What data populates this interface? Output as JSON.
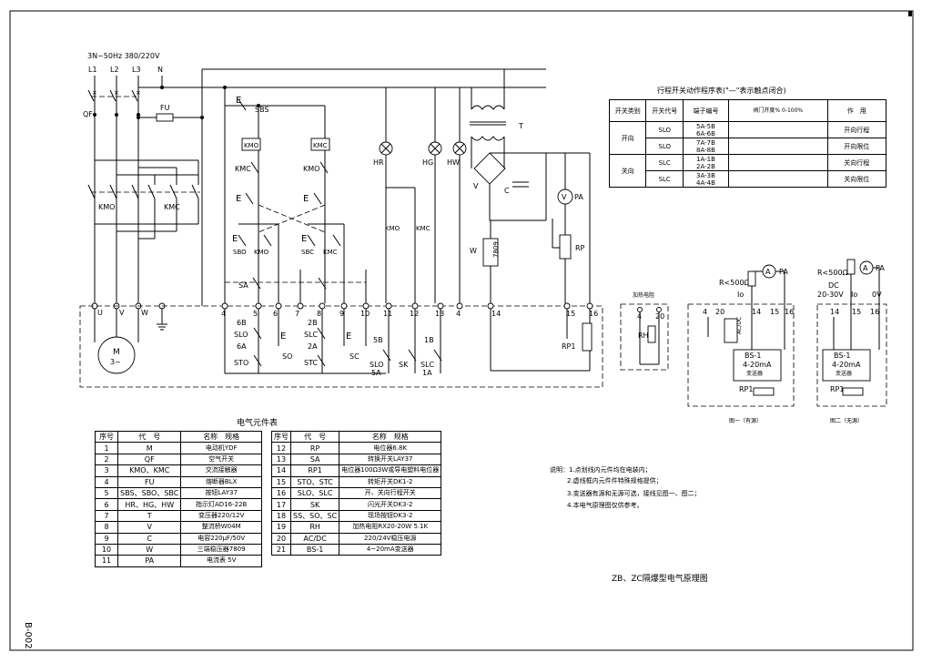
{
  "power": {
    "supply": "3N~50Hz  380/220V",
    "phases": [
      "L1",
      "L2",
      "L3",
      "N"
    ]
  },
  "labels": {
    "qf": "QF",
    "fu": "FU",
    "sbs": "SBS",
    "kmo": "KMO",
    "kmc": "KMC",
    "sbo": "SBO",
    "sbc": "SBC",
    "sa": "SA",
    "hr": "HR",
    "hg": "HG",
    "hw": "HW",
    "t": "T",
    "v": "V",
    "c": "C",
    "w": "W",
    "w_val": "7809",
    "pa": "PA",
    "rp": "RP",
    "rp1": "RP1",
    "motor": "M",
    "motor_sub": "3~",
    "u": "U",
    "v_term": "V",
    "w_term": "W",
    "slo": "SLO",
    "slc": "SLC",
    "sto": "STO",
    "stc": "STC",
    "so": "SO",
    "sc": "SC",
    "sk": "SK",
    "6b": "6B",
    "6a": "6A",
    "2b": "2B",
    "2a": "2A",
    "5b": "5B",
    "5a": "5A",
    "1b": "1B",
    "1a": "1A",
    "terminals": [
      "4",
      "5",
      "6",
      "7",
      "8",
      "9",
      "10",
      "11",
      "12",
      "13",
      "4",
      "14",
      "15",
      "16"
    ]
  },
  "heater": {
    "title": "加热电阻",
    "t4": "4",
    "t20": "20",
    "rh": "RH"
  },
  "fig1": {
    "r": "R<500Ω",
    "pa": "PA",
    "io": "Io",
    "t4": "4",
    "t20": "20",
    "t14": "14",
    "t15": "15",
    "t16": "16",
    "acdc": "AC/DC",
    "bs": "BS-1",
    "range": "4-20mA",
    "name": "变送器",
    "rp1": "RP1",
    "caption": "图一（有源）"
  },
  "fig2": {
    "r": "R<500Ω",
    "pa": "PA",
    "dc": "DC",
    "volt": "20-30V",
    "io": "Io",
    "ov": "0V",
    "t14": "14",
    "t15": "15",
    "t16": "16",
    "bs": "BS-1",
    "range": "4-20mA",
    "name": "变送器",
    "rp1": "RP1",
    "caption": "图二（无源）"
  },
  "switch_table": {
    "title": "行程开关动作程序表(\"—\"表示触点闭合)",
    "headers": [
      "开关类别",
      "开关代号",
      "端子编号",
      "阀门开度% 0-100%",
      "作　用"
    ],
    "groups": [
      {
        "cat": "开向",
        "rows": [
          {
            "code": "SLO",
            "terms": [
              "5A-5B",
              "6A-6B"
            ],
            "use": "开向行程"
          },
          {
            "code": "SLO",
            "terms": [
              "7A-7B",
              "8A-8B"
            ],
            "use": "开向限位"
          }
        ]
      },
      {
        "cat": "关向",
        "rows": [
          {
            "code": "SLC",
            "terms": [
              "1A-1B",
              "2A-2B"
            ],
            "use": "关向行程"
          },
          {
            "code": "SLC",
            "terms": [
              "3A-3B",
              "4A-4B"
            ],
            "use": "关向限位"
          }
        ]
      }
    ]
  },
  "parts_table": {
    "title": "电气元件表",
    "headers": [
      "序号",
      "代　号",
      "名称　规格"
    ],
    "left": [
      [
        "1",
        "M",
        "电动机YDF"
      ],
      [
        "2",
        "QF",
        "空气开关"
      ],
      [
        "3",
        "KMO、KMC",
        "交流接触器"
      ],
      [
        "4",
        "FU",
        "熔断器BLX"
      ],
      [
        "5",
        "SBS、SBO、SBC",
        "按钮LAY37"
      ],
      [
        "6",
        "HR、HG、HW",
        "指示灯AD16-22B"
      ],
      [
        "7",
        "T",
        "变压器220/12V"
      ],
      [
        "8",
        "V",
        "整流桥W04M"
      ],
      [
        "9",
        "C",
        "电容220μF/50V"
      ],
      [
        "10",
        "W",
        "三端稳压器7809"
      ],
      [
        "11",
        "PA",
        "电流表 5V"
      ]
    ],
    "right": [
      [
        "12",
        "RP",
        "电位器6.8K"
      ],
      [
        "13",
        "SA",
        "转换开关LAY37"
      ],
      [
        "14",
        "RP1",
        "电位器100Ω3W或导电塑料电位器"
      ],
      [
        "15",
        "STO、STC",
        "转矩开关DK1-2"
      ],
      [
        "16",
        "SLO、SLC",
        "开、关向行程开关"
      ],
      [
        "17",
        "SK",
        "闪光开关DK3-2"
      ],
      [
        "18",
        "SS、SO、SC",
        "现场按钮DK3-2"
      ],
      [
        "19",
        "RH",
        "加热电阻RX20-20W 5.1K"
      ],
      [
        "20",
        "AC/DC",
        "220/24V稳压电源"
      ],
      [
        "21",
        "BS-1",
        "4~20mA变送器"
      ]
    ]
  },
  "notes": [
    "说明：1.点划线内元件均在电装内；",
    "2.虚线框内元件件特殊规格提供；",
    "3.变送器有源和无源可选，接线见图一、图二；",
    "4.本电气原理图仅供参考。"
  ],
  "drawing_title": "ZB、ZC隔爆型电气原理图",
  "drawing_no": "B-002"
}
